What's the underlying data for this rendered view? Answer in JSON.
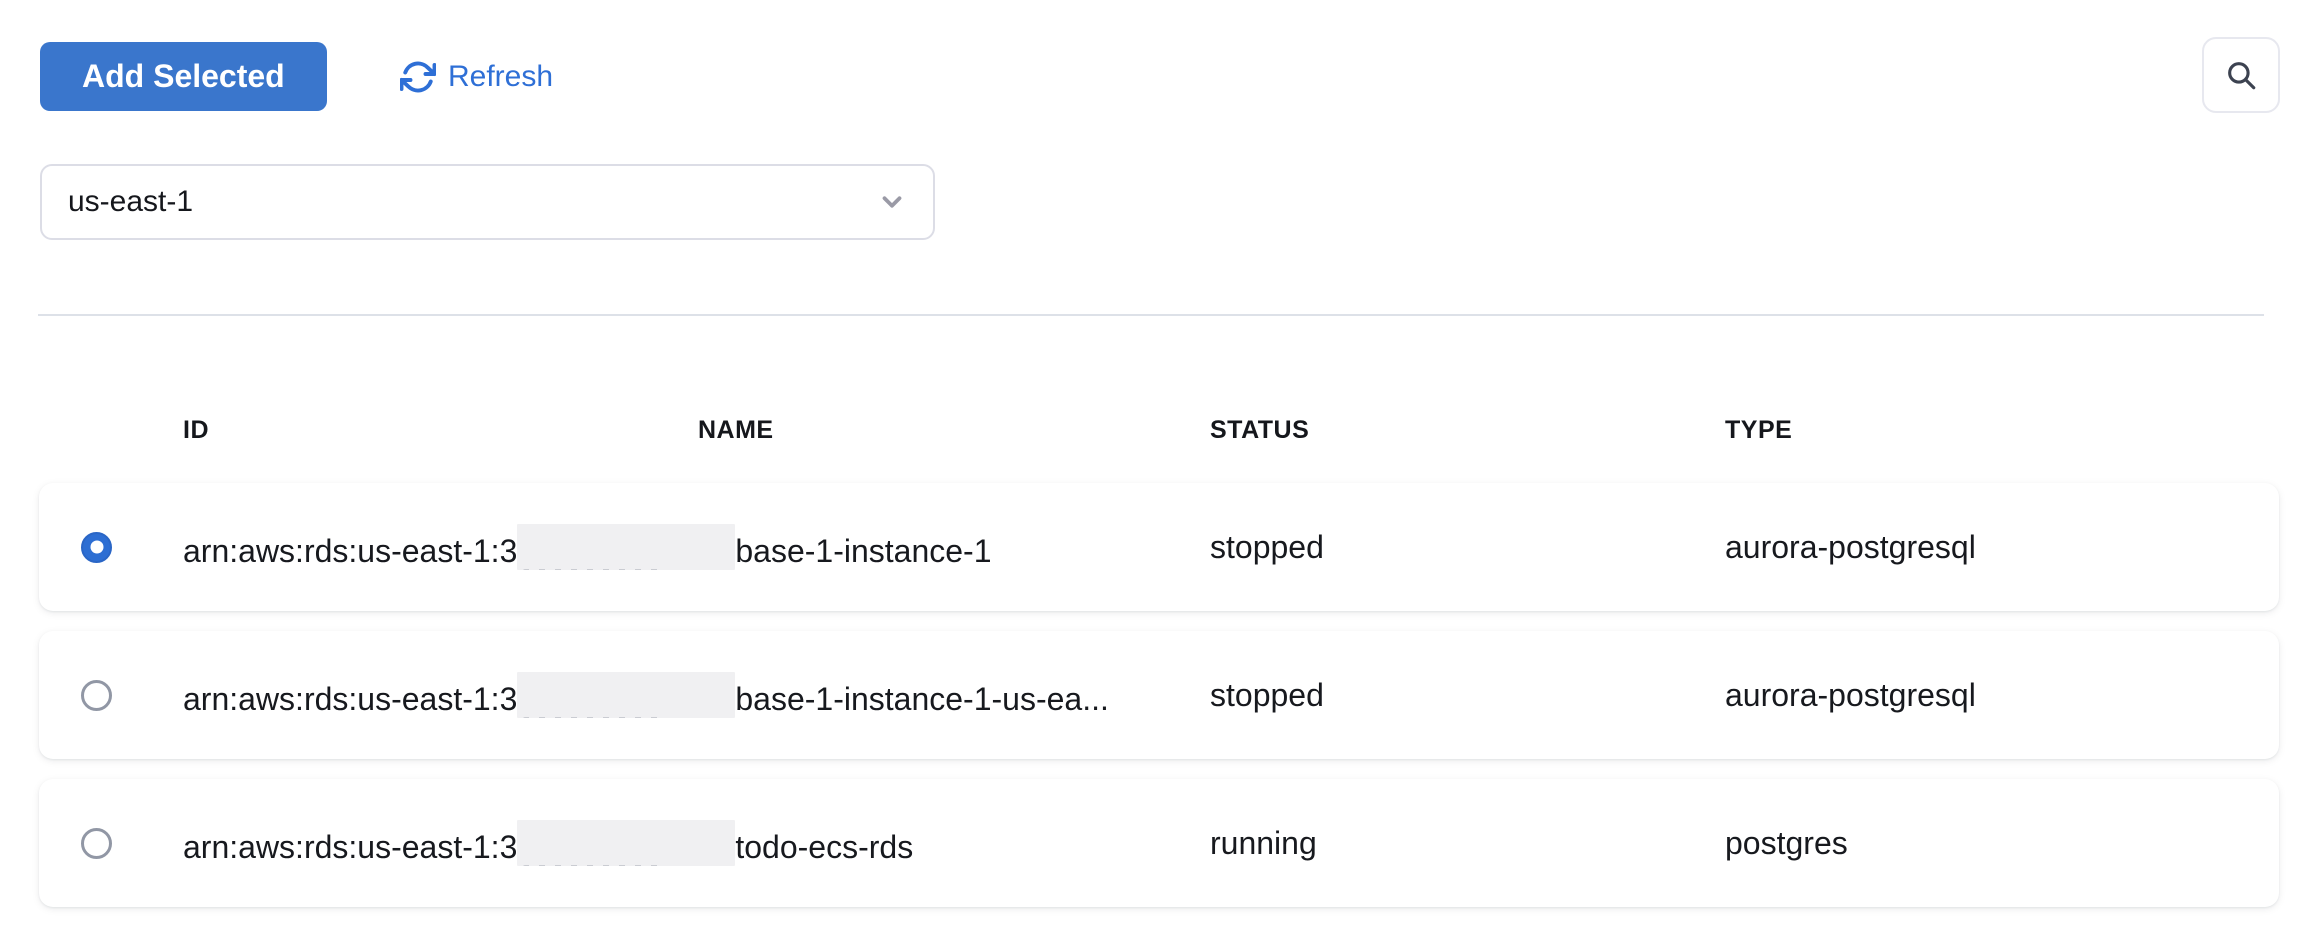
{
  "toolbar": {
    "add_selected_label": "Add Selected",
    "refresh_label": "Refresh"
  },
  "region_select": {
    "value": "us-east-1"
  },
  "table": {
    "columns": [
      "ID",
      "NAME",
      "STATUS",
      "TYPE"
    ],
    "rows": [
      {
        "selected": true,
        "id_prefix": "arn:aws:rds:us-east-1:3",
        "id_redacted": true,
        "id_suffix": "base-1-instance-1",
        "status": "stopped",
        "type": "aurora-postgresql"
      },
      {
        "selected": false,
        "id_prefix": "arn:aws:rds:us-east-1:3",
        "id_redacted": true,
        "id_suffix": "base-1-instance-1-us-ea...",
        "status": "stopped",
        "type": "aurora-postgresql"
      },
      {
        "selected": false,
        "id_prefix": "arn:aws:rds:us-east-1:3",
        "id_redacted": true,
        "id_suffix": "todo-ecs-rds",
        "status": "running",
        "type": "postgres"
      }
    ]
  },
  "icons": {
    "refresh": "refresh-icon",
    "search": "search-icon",
    "chevron": "chevron-down-icon"
  },
  "colors": {
    "primary_button_blue": "#3a76cc",
    "link_blue": "#2e6fd6",
    "radio_selected_blue": "#2d6ed3",
    "divider_gray": "#dde1e8",
    "text_dark": "#17191e",
    "redaction_gray": "#f0f0f2"
  }
}
